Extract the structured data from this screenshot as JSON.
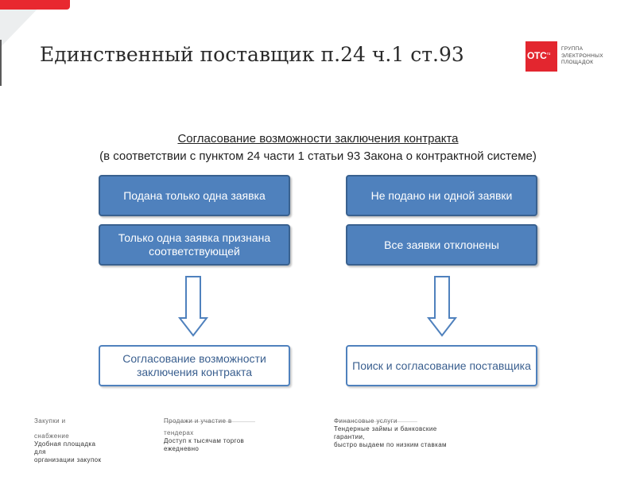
{
  "title": "Единственный поставщик п.24 ч.1 ст.93",
  "logo": {
    "mark": "ОТС",
    "mark_suffix": "ru",
    "lines": [
      "ГРУППА",
      "ЭЛЕКТРОННЫХ",
      "ПЛОЩАДОК"
    ],
    "color": "#e3262f"
  },
  "diagram": {
    "heading": "Согласование возможности заключения контракта",
    "note": "(в соответствии с пунктом 24 части 1 статьи 93 Закона о контрактной системе)",
    "left": {
      "box1": "Подана только одна заявка",
      "box2": "Только одна заявка признана соответствующей",
      "result": "Согласование возможности заключения контракта"
    },
    "right": {
      "box1": "Не подано ни одной заявки",
      "box2": "Все заявки отклонены",
      "result": "Поиск и согласование поставщика"
    },
    "colors": {
      "fill": "#4f81bd",
      "border": "#39618f",
      "text_dark": "#3a5f8f"
    }
  },
  "footer": {
    "col1": {
      "heading_1": "Закупки и",
      "heading_2": "снабжение",
      "line1": "Удобная площадка",
      "line2": "для",
      "line3": "организации закупок"
    },
    "col2": {
      "heading_1": "Продажи и участие в",
      "heading_2": "тендерах",
      "line1": "Доступ к тысячам торгов",
      "line2": "ежедневно"
    },
    "col3": {
      "heading_1": "Финансовые услуги",
      "line1": "Тендерные займы и банковские",
      "line2": "гарантии,",
      "line3": "быстро выдаем по низким ставкам"
    }
  }
}
